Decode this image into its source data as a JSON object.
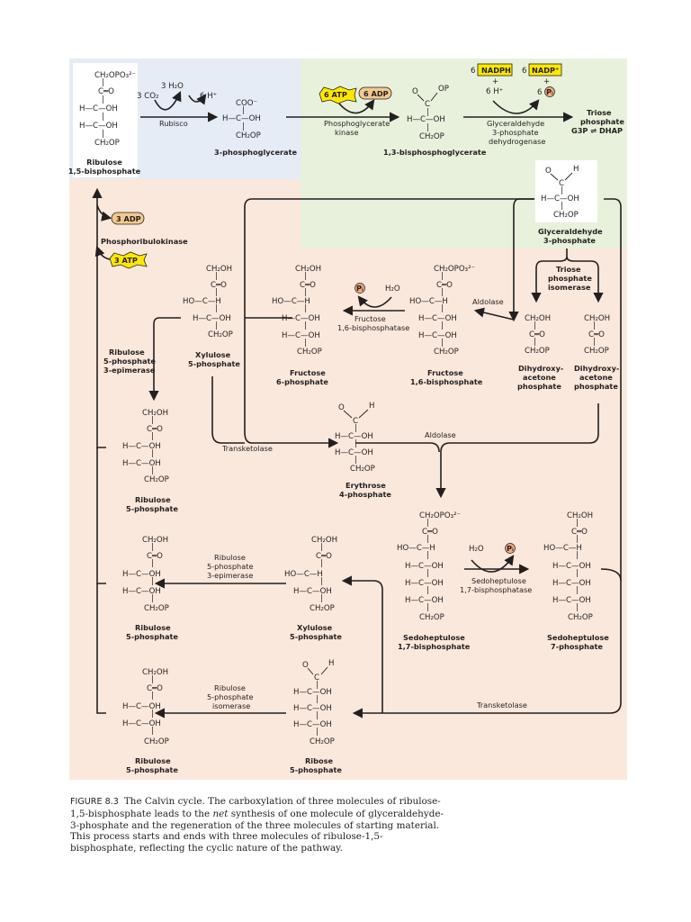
{
  "caption": {
    "figure_label": "FIGURE 8.3",
    "pre": "The Calvin cycle. The carboxylation of three molecules of ribulose-1,5-bisphosphate leads to the ",
    "em": "net",
    "post": " synthesis of one molecule of glyceraldehyde-3-phosphate and the regeneration of the three molecules of starting material. This process starts and ends with three molecules of ribulose-1,5-bisphosphate, reflecting the cyclic nature of the pathway."
  },
  "t": {
    "chem": {
      "ch2opo3": "CH₂OPO₃²⁻",
      "ch2oh": "CH₂OH",
      "ch2op": "CH₂OP",
      "keto": "C═O",
      "hcoh": "H—C—OH",
      "hoch": "HO—C—H",
      "coo": "COO⁻",
      "c": "C",
      "o": "O",
      "h": "H",
      "op": "OP",
      "bar": "|"
    },
    "rubp_name": [
      "Ribulose",
      "1,5-bisphosphate"
    ],
    "co2": "3 CO₂",
    "h2o_3": "3 H₂O",
    "hplus_6": "6 H⁺",
    "rubisco": "Rubisco",
    "pga_name": "3-phosphoglycerate",
    "atp6": "6 ATP",
    "adp6": "6 ADP",
    "pgk": [
      "Phosphoglycerate",
      "kinase"
    ],
    "bpg_name": "1,3-bisphosphoglycerate",
    "nadph_n": "6",
    "nadph": "NADPH",
    "nadp_n": "6",
    "nadp": "NADP⁺",
    "plus": "+",
    "h6": "6 H⁺",
    "pi6": "6",
    "pi": "Pᵢ",
    "gapdh": [
      "Glyceraldehyde",
      "3-phosphate",
      "dehydrogenase"
    ],
    "triose": [
      "Triose",
      "phosphate"
    ],
    "g3p_eq": "G3P ⇌ DHAP",
    "g3p_name": [
      "Glyceraldehyde",
      "3-phosphate"
    ],
    "adp3": "3 ADP",
    "atp3": "3 ATP",
    "prk": "Phosphoribulokinase",
    "tpi": [
      "Triose",
      "phosphate",
      "isomerase"
    ],
    "dhap_name": [
      "Dihydroxy-",
      "acetone",
      "phosphate"
    ],
    "aldolase": "Aldolase",
    "fbp_name": [
      "Fructose",
      "1,6-bisphosphate"
    ],
    "fbpase": [
      "Fructose",
      "1,6-bisphosphatase"
    ],
    "h2o": "H₂O",
    "f6p_name": [
      "Fructose",
      "6-phosphate"
    ],
    "xu5p_name": [
      "Xylulose",
      "5-phosphate"
    ],
    "epimerase": [
      "Ribulose",
      "5-phosphate",
      "3-epimerase"
    ],
    "ru5p_name": [
      "Ribulose",
      "5-phosphate"
    ],
    "transketolase": "Transketolase",
    "e4p_name": [
      "Erythrose",
      "4-phosphate"
    ],
    "sbp_name": [
      "Sedoheptulose",
      "1,7-bisphosphate"
    ],
    "sbpase": [
      "Sedoheptulose",
      "1,7-bisphosphatase"
    ],
    "s7p_name": [
      "Sedoheptulose",
      "7-phosphate"
    ],
    "isomerase": [
      "Ribulose",
      "5-phosphate",
      "isomerase"
    ],
    "r5p_name": [
      "Ribose",
      "5-phosphate"
    ]
  },
  "colors": {
    "carboxylation_bg": "#e5ecf6",
    "reduction_bg": "#e8f1dc",
    "regeneration_bg": "#fbe8dc",
    "highlight": "#ffe800"
  }
}
